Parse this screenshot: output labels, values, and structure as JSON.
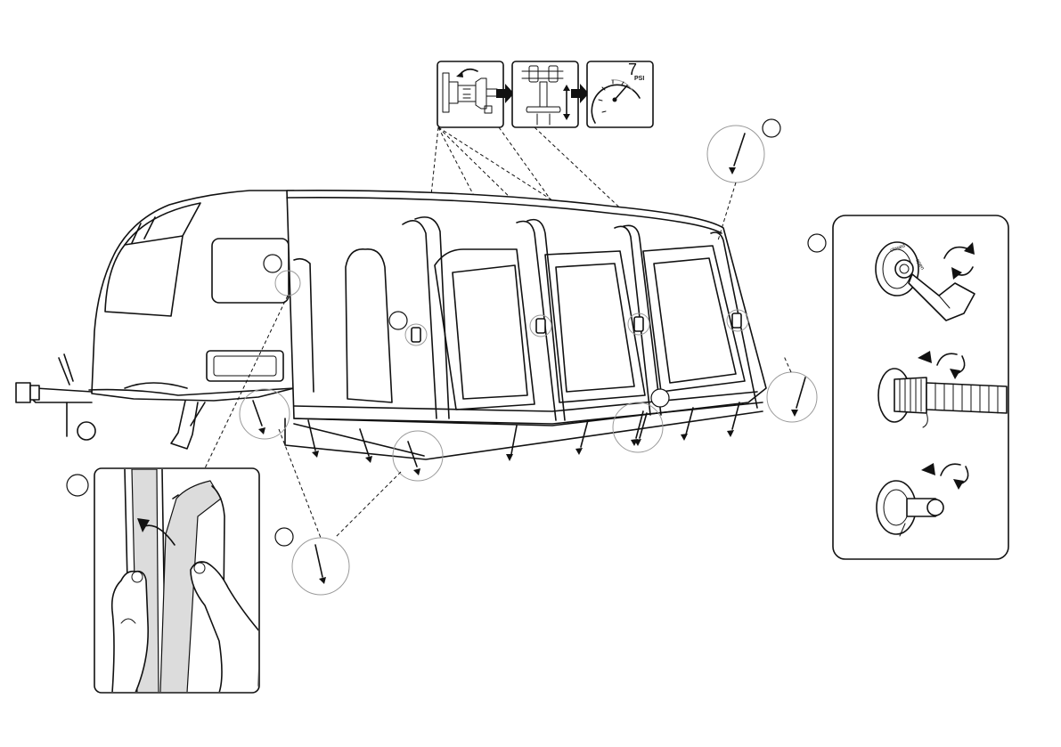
{
  "steps_strip": {
    "pressure_value": "7",
    "pressure_unit": "PSI"
  },
  "valve_panel": {
    "label_closed": "closed",
    "label_open": "open"
  },
  "colors": {
    "line": "#111111",
    "background": "#ffffff",
    "callout_circle": "#9a9a9a"
  },
  "icons": [
    "pump-connect-icon",
    "pump-handle-icon",
    "pressure-gauge-icon",
    "peg-icon",
    "valve-icon",
    "hose-icon",
    "hand-icon"
  ]
}
